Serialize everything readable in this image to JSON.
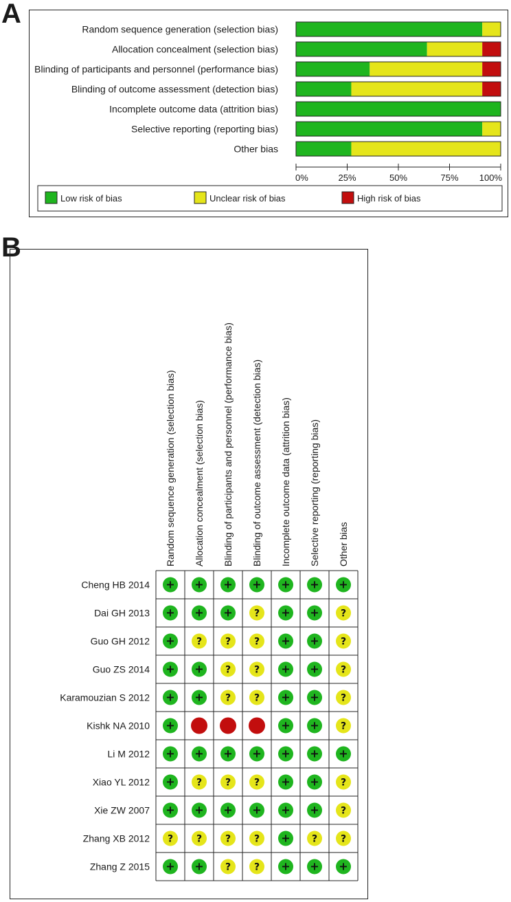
{
  "panels": {
    "a_label": "A",
    "b_label": "B"
  },
  "colors": {
    "low": "#1fb51f",
    "unclear": "#e5e51a",
    "high": "#c20e0e"
  },
  "chart_data": [
    {
      "type": "bar",
      "orientation": "horizontal",
      "stacked": true,
      "categories": [
        "Random sequence generation (selection bias)",
        "Allocation concealment (selection bias)",
        "Blinding of participants and personnel (performance bias)",
        "Blinding of outcome assessment (detection bias)",
        "Incomplete outcome data (attrition bias)",
        "Selective reporting (reporting bias)",
        "Other bias"
      ],
      "series": [
        {
          "name": "Low risk of bias",
          "color": "#1fb51f",
          "values": [
            91,
            64,
            36,
            27,
            100,
            91,
            27
          ]
        },
        {
          "name": "Unclear risk of bias",
          "color": "#e5e51a",
          "values": [
            9,
            27,
            55,
            64,
            0,
            9,
            73
          ]
        },
        {
          "name": "High risk of bias",
          "color": "#c20e0e",
          "values": [
            0,
            9,
            9,
            9,
            0,
            0,
            0
          ]
        }
      ],
      "xlim": [
        0,
        100
      ],
      "xticks": [
        "0%",
        "25%",
        "50%",
        "75%",
        "100%"
      ],
      "legend_position": "bottom"
    },
    {
      "type": "table",
      "columns": [
        "Random sequence generation (selection bias)",
        "Allocation concealment (selection bias)",
        "Blinding of participants and personnel (performance bias)",
        "Blinding of outcome assessment (detection bias)",
        "Incomplete outcome data (attrition bias)",
        "Selective reporting (reporting bias)",
        "Other bias"
      ],
      "rows": [
        {
          "study": "Cheng HB 2014",
          "ratings": [
            "+",
            "+",
            "+",
            "+",
            "+",
            "+",
            "+"
          ]
        },
        {
          "study": "Dai GH 2013",
          "ratings": [
            "+",
            "+",
            "+",
            "?",
            "+",
            "+",
            "?"
          ]
        },
        {
          "study": "Guo GH 2012",
          "ratings": [
            "+",
            "?",
            "?",
            "?",
            "+",
            "+",
            "?"
          ]
        },
        {
          "study": "Guo ZS 2014",
          "ratings": [
            "+",
            "+",
            "?",
            "?",
            "+",
            "+",
            "?"
          ]
        },
        {
          "study": "Karamouzian S 2012",
          "ratings": [
            "+",
            "+",
            "?",
            "?",
            "+",
            "+",
            "?"
          ]
        },
        {
          "study": "Kishk NA 2010",
          "ratings": [
            "+",
            "-",
            "-",
            "-",
            "+",
            "+",
            "?"
          ]
        },
        {
          "study": "Li M 2012",
          "ratings": [
            "+",
            "+",
            "+",
            "+",
            "+",
            "+",
            "+"
          ]
        },
        {
          "study": "Xiao YL 2012",
          "ratings": [
            "+",
            "?",
            "?",
            "?",
            "+",
            "+",
            "?"
          ]
        },
        {
          "study": "Xie ZW 2007",
          "ratings": [
            "+",
            "+",
            "+",
            "+",
            "+",
            "+",
            "?"
          ]
        },
        {
          "study": "Zhang XB 2012",
          "ratings": [
            "?",
            "?",
            "?",
            "?",
            "+",
            "?",
            "?"
          ]
        },
        {
          "study": "Zhang Z 2015",
          "ratings": [
            "+",
            "+",
            "?",
            "?",
            "+",
            "+",
            "+"
          ]
        }
      ],
      "symbols": {
        "low": "+",
        "unclear": "?",
        "high": ""
      }
    }
  ]
}
